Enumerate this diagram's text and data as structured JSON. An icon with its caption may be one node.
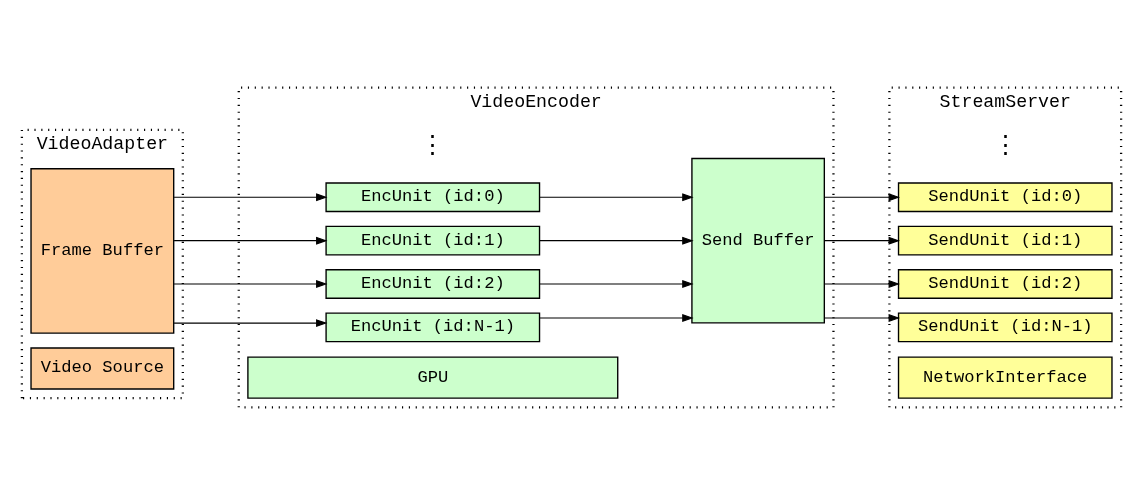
{
  "diagram": {
    "nodes": [
      {
        "text": [
          "VideoAdapter"
        ]
      },
      {
        "text": [
          "Frame Buffer"
        ],
        "in": 0
      },
      {
        "text": [
          "Video Source"
        ],
        "in": 0
      },
      {
        "text": [
          "VideoEncoder"
        ]
      },
      {
        "text": [
          "EncUnit (id:0)"
        ],
        "in": 3
      },
      {
        "text": [
          "EncUnit (id:1)"
        ],
        "in": 3
      },
      {
        "text": [
          "EncUnit (id:2)"
        ],
        "in": 3
      },
      {
        "text": [
          "EncUnit (id:N-1)"
        ],
        "in": 3
      },
      {
        "text": [
          "Send Buffer"
        ],
        "in": 3
      },
      {
        "text": [
          "GPU"
        ],
        "in": 3
      },
      {
        "text": [
          "StreamServer"
        ]
      },
      {
        "text": [
          "SendUnit (id:0)"
        ],
        "in": 10
      },
      {
        "text": [
          "SendUnit (id:1)"
        ],
        "in": 10
      },
      {
        "text": [
          "SendUnit (id:2)"
        ],
        "in": 10
      },
      {
        "text": [
          "SendUnit (id:N-1)"
        ],
        "in": 10
      },
      {
        "text": [
          "NetworkInterface"
        ],
        "in": 10
      }
    ],
    "edges": [
      {
        "from": 1,
        "to": 4,
        "arrow": "to"
      },
      {
        "from": 1,
        "to": 5,
        "arrow": "to"
      },
      {
        "from": 1,
        "to": 6,
        "arrow": "to"
      },
      {
        "from": 1,
        "to": 7,
        "arrow": "to"
      },
      {
        "from": 4,
        "to": 8,
        "arrow": "to"
      },
      {
        "from": 5,
        "to": 8,
        "arrow": "to"
      },
      {
        "from": 6,
        "to": 8,
        "arrow": "to"
      },
      {
        "from": 7,
        "to": 8,
        "arrow": "to"
      },
      {
        "from": 8,
        "to": 11,
        "arrow": "to"
      },
      {
        "from": 8,
        "to": 12,
        "arrow": "to"
      },
      {
        "from": 8,
        "to": 13,
        "arrow": "to"
      },
      {
        "from": 8,
        "to": 14,
        "arrow": "to"
      }
    ],
    "labels": [
      "⋮",
      "⋮"
    ]
  }
}
